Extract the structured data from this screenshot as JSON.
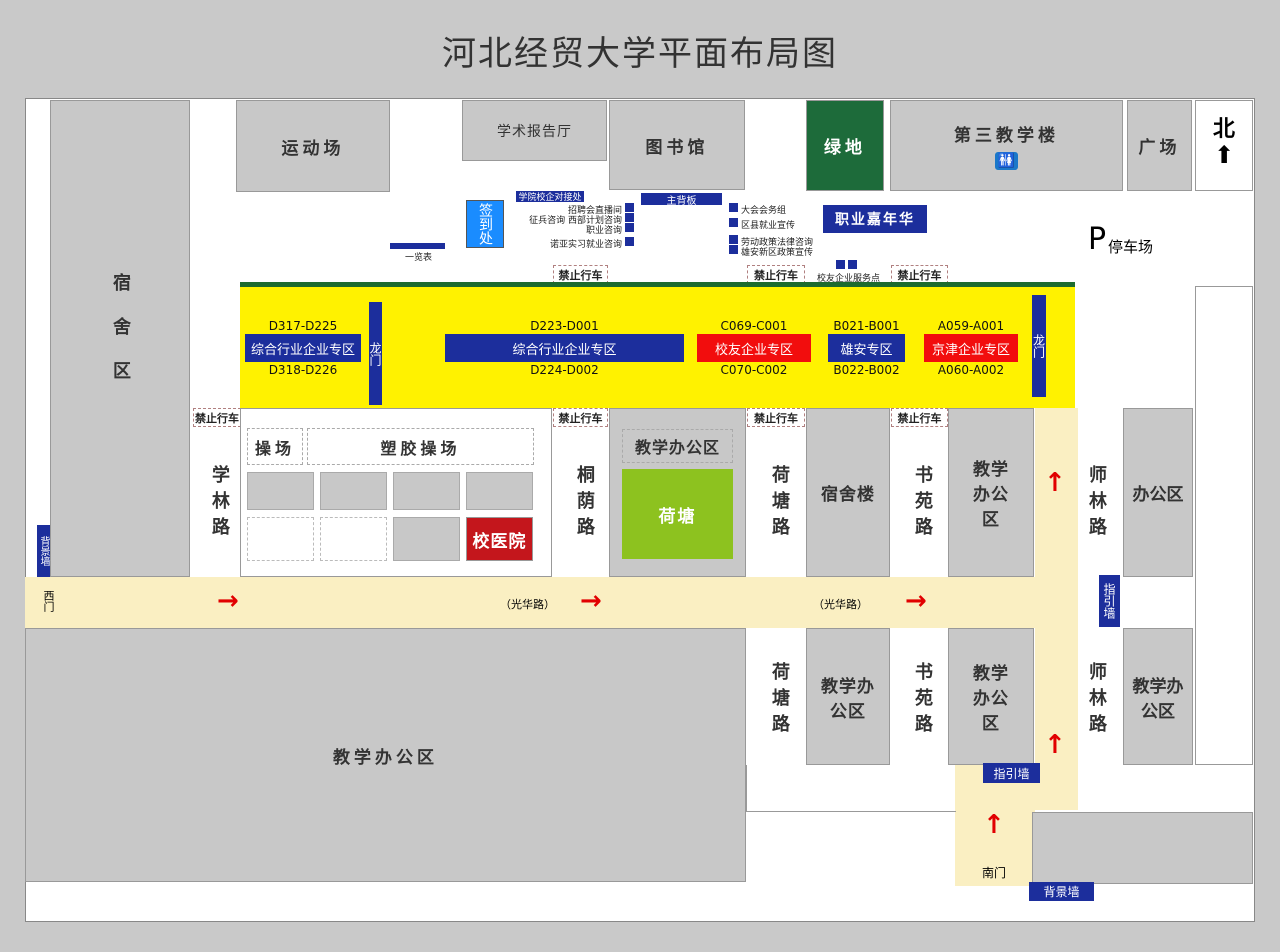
{
  "title": "河北经贸大学平面布局图",
  "buildings": {
    "dorm_area": "宿舍区",
    "sports_field": "运动场",
    "lecture_hall": "学术报告厅",
    "library": "图书馆",
    "green": "绿地",
    "teaching3": "第三教学楼",
    "plaza": "广场",
    "north": "北",
    "parking_p": "P",
    "parking": "停车场",
    "playground": "操场",
    "plastic_field": "塑胶操场",
    "hospital": "校医院",
    "teaching_office": "教学办公区",
    "lotus_pond": "荷塘",
    "dorm_building": "宿舍楼",
    "office": "办公区"
  },
  "roads": {
    "xuelin": "学林路",
    "tongyin": "桐荫路",
    "hetang": "荷塘路",
    "shuyuan": "书苑路",
    "shilin": "师林路",
    "guanghua": "（光华路）"
  },
  "gates": {
    "west": "西门",
    "south": "南门",
    "dragon": "龙门"
  },
  "walls": {
    "background": "背景墙",
    "guide": "指引墙"
  },
  "no_traffic": "禁止行车",
  "booths": {
    "signin": "签到处",
    "overview": "一览表",
    "college_contact": "学院校企对接处",
    "main_board": "主背板",
    "career_fair": "职业嘉年华",
    "alumni_service": "校友企业服务点",
    "left_list": [
      "招聘会直播间",
      "征兵咨询  西部计划咨询",
      "职业咨询",
      "诺亚实习就业咨询"
    ],
    "right_list": [
      "大会会务组",
      "区县就业宣传",
      "劳动政策法律咨询",
      "雄安新区政策宣传"
    ]
  },
  "zones": [
    {
      "label": "综合行业企业专区",
      "top": "D317-D225",
      "bottom": "D318-D226",
      "color": "#1c2e9c"
    },
    {
      "label": "综合行业企业专区",
      "top": "D223-D001",
      "bottom": "D224-D002",
      "color": "#1c2e9c"
    },
    {
      "label": "校友企业专区",
      "top": "C069-C001",
      "bottom": "C070-C002",
      "color": "#f20d0d"
    },
    {
      "label": "雄安专区",
      "top": "B021-B001",
      "bottom": "B022-B002",
      "color": "#1c2e9c"
    },
    {
      "label": "京津企业专区",
      "top": "A059-A001",
      "bottom": "A060-A002",
      "color": "#f20d0d"
    }
  ]
}
